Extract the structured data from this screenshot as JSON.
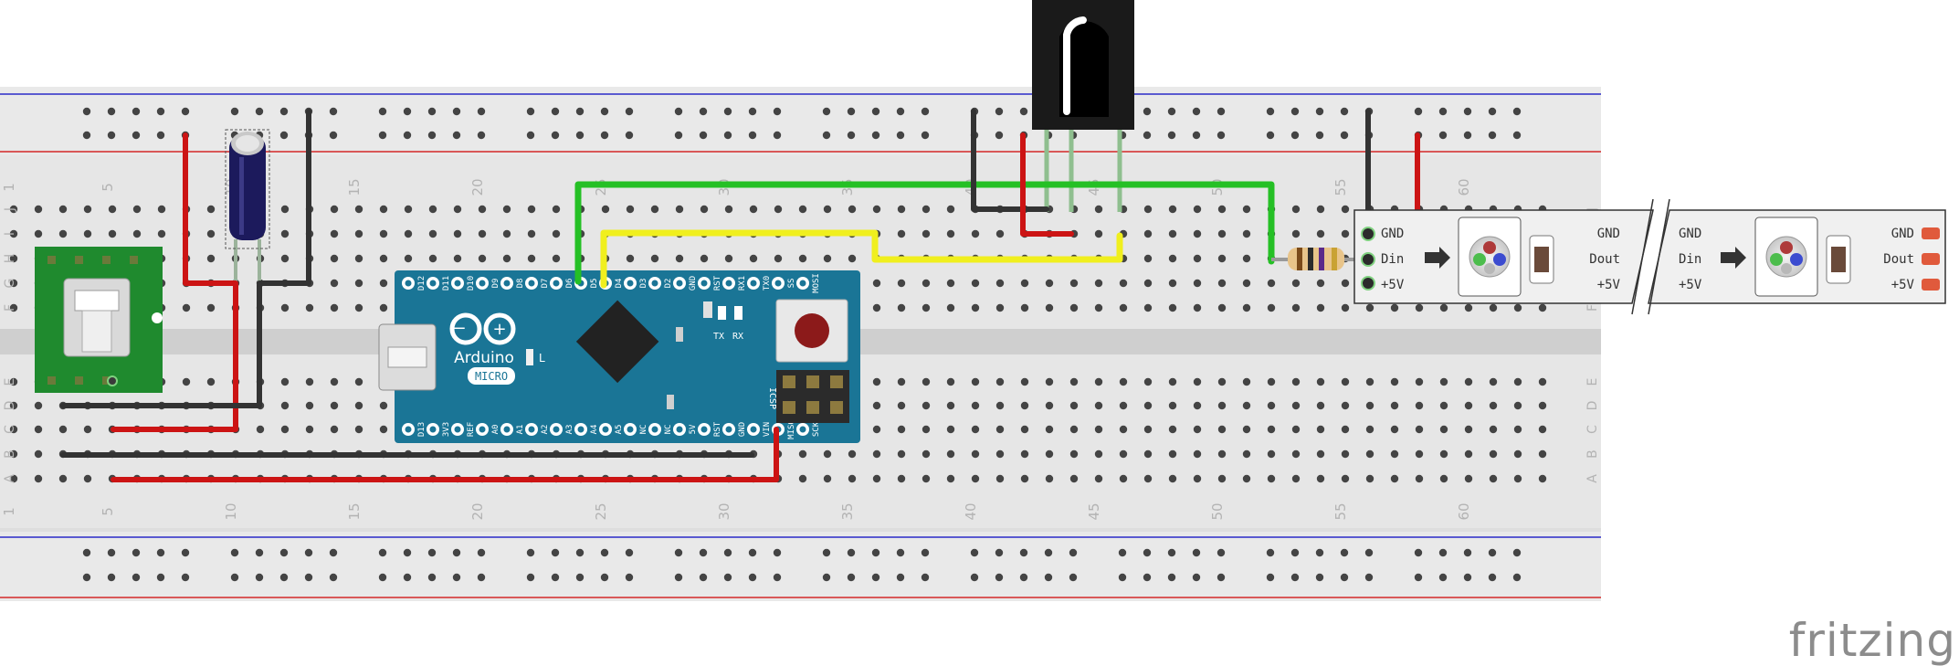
{
  "breadboard": {
    "column_labels": [
      "1",
      "5",
      "10",
      "15",
      "20",
      "25",
      "30",
      "35",
      "40",
      "45",
      "50",
      "55",
      "60"
    ],
    "row_labels_top": [
      "J",
      "I",
      "H",
      "G",
      "F"
    ],
    "row_labels_bottom": [
      "E",
      "D",
      "C",
      "B",
      "A"
    ]
  },
  "arduino": {
    "brand": "Arduino",
    "model": "MICRO",
    "led_l": "L",
    "tx": "TX",
    "rx": "RX",
    "icsp": "ICSP",
    "top_pins": [
      "D12",
      "D11",
      "D10",
      "D9",
      "D8",
      "D7",
      "D6",
      "D5",
      "D4",
      "D3",
      "D2",
      "GND",
      "RST",
      "RX1",
      "TX0",
      "SS",
      "MOSI"
    ],
    "bottom_pins": [
      "D13",
      "3V3",
      "REF",
      "A0",
      "A1",
      "A2",
      "A3",
      "A4",
      "A5",
      "NC",
      "NC",
      "5V",
      "RST",
      "GND",
      "VIN",
      "MISO",
      "SCK"
    ]
  },
  "led_strip": {
    "segment1_left": [
      "GND",
      "Din",
      "+5V"
    ],
    "segment1_right": [
      "GND",
      "Dout",
      "+5V"
    ],
    "segment2_left": [
      "GND",
      "Din",
      "+5V"
    ],
    "segment2_right": [
      "GND",
      "Dout",
      "+5V"
    ]
  },
  "footer": {
    "brand": "fritzing"
  },
  "colors": {
    "board": "#1a7596",
    "wire_red": "#cc1414",
    "wire_black": "#333333",
    "wire_green": "#25c025",
    "wire_yellow": "#f0ef1e",
    "pcb_green": "#1f8a2e",
    "capacitor": "#1c1a5c",
    "ir_receiver": "#1a1a1a"
  }
}
